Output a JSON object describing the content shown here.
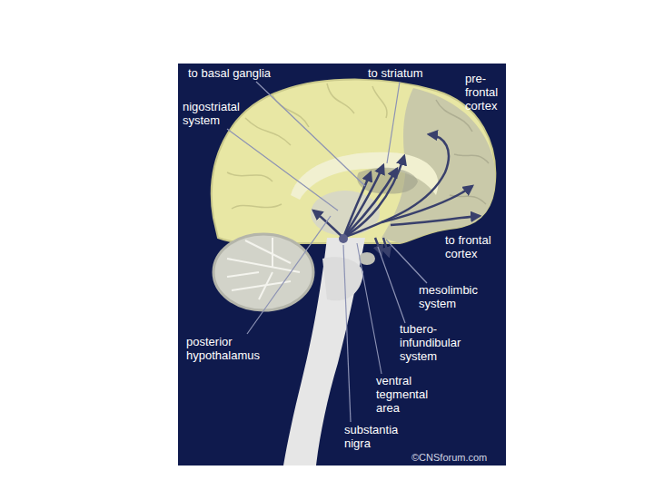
{
  "diagram": {
    "labels": [
      "to basal ganglia",
      "to striatum",
      "pre- frontal cortex",
      "nigostriatal system",
      "to frontal cortex",
      "mesolimbic system",
      "tubero- infundibular system",
      "ventral tegmental area",
      "substantia nigra",
      "posterior hypothalamus",
      "©CNSforum.com"
    ]
  }
}
